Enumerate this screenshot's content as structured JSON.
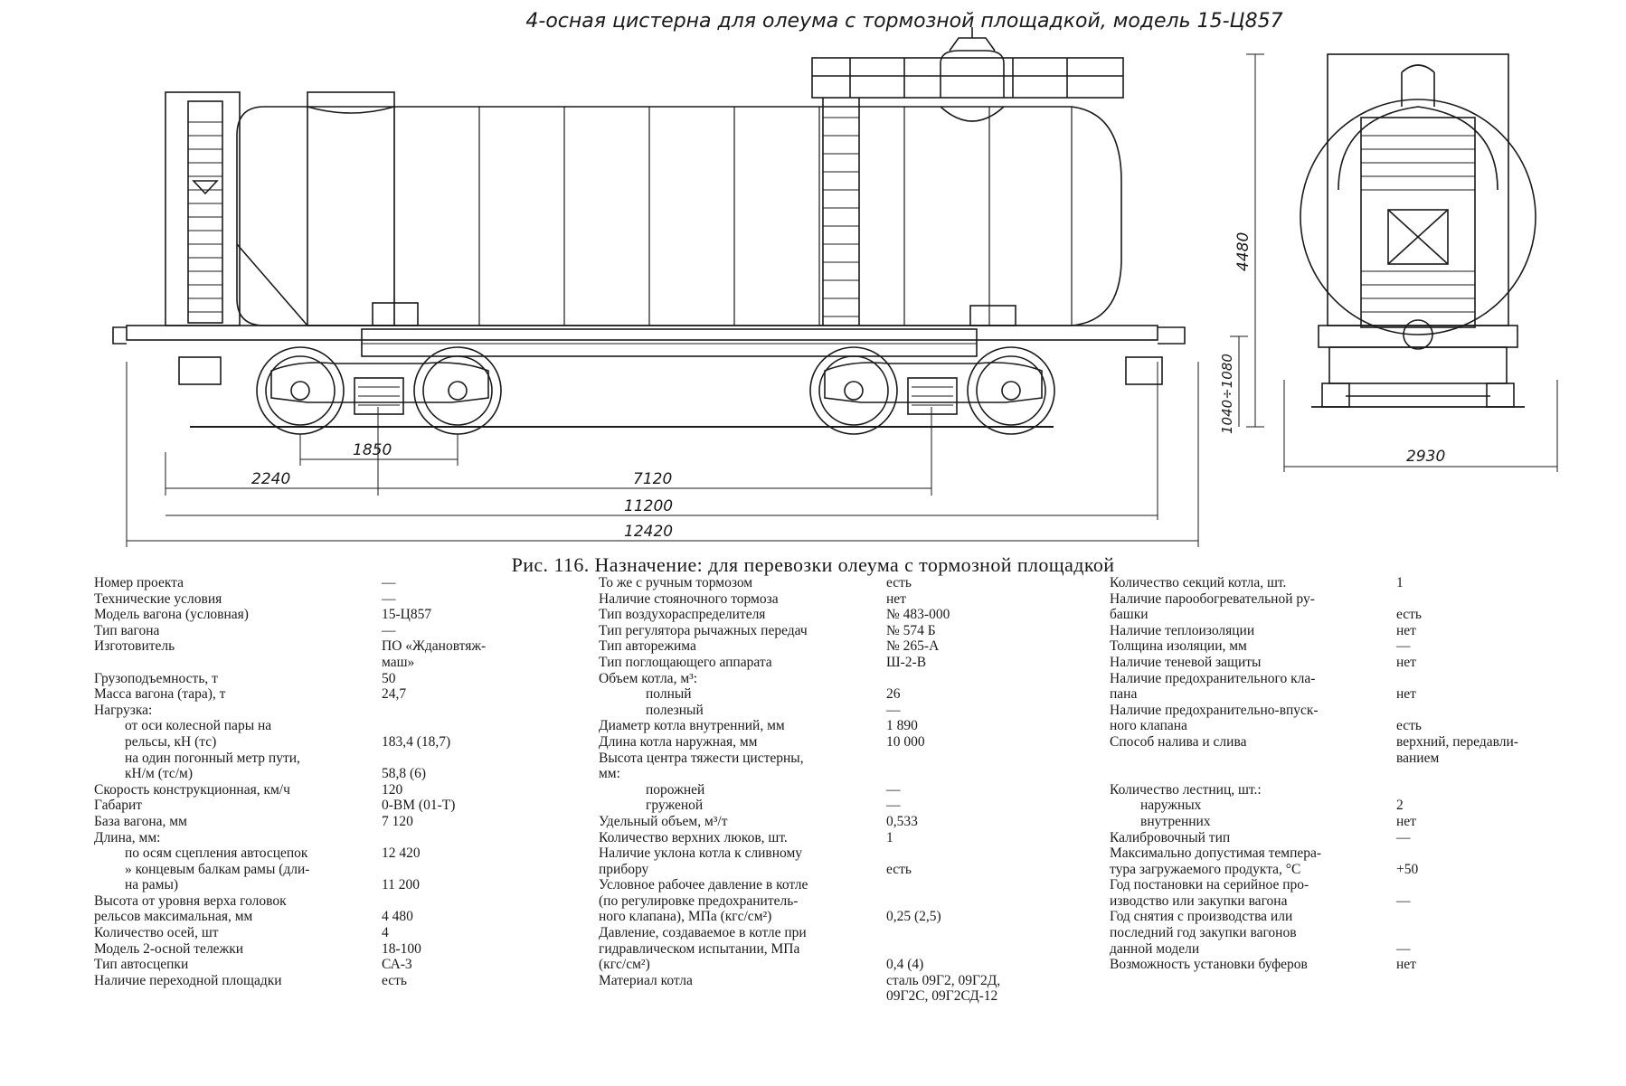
{
  "header": {
    "title": "4-осная цистерна для олеума с тормозной площадкой, модель 15-Ц857"
  },
  "dimensions": {
    "height": "4480",
    "coupler_height": "1040÷1080",
    "width": "2930",
    "bogie_base": "1850",
    "overhang": "2240",
    "wagon_base": "7120",
    "frame_length": "11200",
    "coupler_length": "12420"
  },
  "caption": "Рис. 116. Назначение: для перевозки олеума с тормозной площадкой",
  "specs": {
    "col1": [
      {
        "k": "Номер проекта",
        "v": "—"
      },
      {
        "k": "Технические условия",
        "v": "—"
      },
      {
        "k": "Модель вагона (условная)",
        "v": "15-Ц857"
      },
      {
        "k": "Тип вагона",
        "v": "—"
      },
      {
        "k": "Изготовитель",
        "v": "ПО «Ждановтяж-"
      },
      {
        "k": "",
        "v": "маш»"
      },
      {
        "k": "Грузоподъемность, т",
        "v": "50"
      },
      {
        "k": "Масса вагона (тара), т",
        "v": "24,7"
      },
      {
        "k": "Нагрузка:",
        "v": ""
      },
      {
        "k": "от оси колесной пары на",
        "v": "",
        "i": 1
      },
      {
        "k": "рельсы, кН (тс)",
        "v": "183,4 (18,7)",
        "i": 1
      },
      {
        "k": "на один погонный метр пути,",
        "v": "",
        "i": 1
      },
      {
        "k": "кН/м (тс/м)",
        "v": "58,8 (6)",
        "i": 1
      },
      {
        "k": "Скорость конструкционная, км/ч",
        "v": "120"
      },
      {
        "k": "Габарит",
        "v": "0-ВМ (01-Т)"
      },
      {
        "k": "База вагона, мм",
        "v": "7 120"
      },
      {
        "k": "Длина, мм:",
        "v": ""
      },
      {
        "k": "по осям сцепления автосцепок",
        "v": "12 420",
        "i": 1
      },
      {
        "k": "» концевым балкам рамы (дли-",
        "v": "",
        "i": 1
      },
      {
        "k": "на рамы)",
        "v": "11 200",
        "i": 1
      },
      {
        "k": "Высота от уровня верха головок",
        "v": ""
      },
      {
        "k": "рельсов максимальная, мм",
        "v": "4 480"
      },
      {
        "k": "Количество осей, шт",
        "v": "4"
      },
      {
        "k": "Модель 2-осной тележки",
        "v": "18-100"
      },
      {
        "k": "Тип автосцепки",
        "v": "СА-3"
      },
      {
        "k": "Наличие переходной площадки",
        "v": "есть"
      }
    ],
    "col2": [
      {
        "k": "То же с ручным тормозом",
        "v": "есть"
      },
      {
        "k": "Наличие стояночного тормоза",
        "v": "нет"
      },
      {
        "k": "Тип воздухораспределителя",
        "v": "№ 483-000"
      },
      {
        "k": "Тип регулятора рычажных передач",
        "v": "№ 574 Б"
      },
      {
        "k": "Тип авторежима",
        "v": "№ 265-А"
      },
      {
        "k": "Тип поглощающего аппарата",
        "v": "Ш-2-В"
      },
      {
        "k": "Объем котла, м³:",
        "v": ""
      },
      {
        "k": "полный",
        "v": "26",
        "i": 2
      },
      {
        "k": "полезный",
        "v": "—",
        "i": 2
      },
      {
        "k": "Диаметр котла внутренний, мм",
        "v": "1 890"
      },
      {
        "k": "Длина котла наружная, мм",
        "v": "10 000"
      },
      {
        "k": "Высота центра тяжести цистерны,",
        "v": ""
      },
      {
        "k": "мм:",
        "v": ""
      },
      {
        "k": "порожней",
        "v": "—",
        "i": 2
      },
      {
        "k": "груженой",
        "v": "—",
        "i": 2
      },
      {
        "k": "Удельный объем, м³/т",
        "v": "0,533"
      },
      {
        "k": "Количество верхних люков, шт.",
        "v": "1"
      },
      {
        "k": "Наличие уклона котла к сливному",
        "v": ""
      },
      {
        "k": "прибору",
        "v": "есть"
      },
      {
        "k": "Условное рабочее давление в котле",
        "v": ""
      },
      {
        "k": "(по регулировке предохранитель-",
        "v": ""
      },
      {
        "k": "ного клапана), МПа (кгс/см²)",
        "v": "0,25 (2,5)"
      },
      {
        "k": "Давление, создаваемое в котле при",
        "v": ""
      },
      {
        "k": "гидравлическом испытании, МПа",
        "v": ""
      },
      {
        "k": "(кгс/см²)",
        "v": "0,4 (4)"
      },
      {
        "k": "Материал котла",
        "v": "сталь 09Г2, 09Г2Д,"
      },
      {
        "k": "",
        "v": "09Г2С, 09Г2СД-12"
      }
    ],
    "col3": [
      {
        "k": "Количество секций котла, шт.",
        "v": "1"
      },
      {
        "k": "Наличие парообогревательной ру-",
        "v": ""
      },
      {
        "k": "башки",
        "v": "есть"
      },
      {
        "k": "Наличие теплоизоляции",
        "v": "нет"
      },
      {
        "k": "Толщина изоляции, мм",
        "v": "—"
      },
      {
        "k": "Наличие теневой защиты",
        "v": "нет"
      },
      {
        "k": "Наличие предохранительного кла-",
        "v": ""
      },
      {
        "k": "пана",
        "v": "нет"
      },
      {
        "k": "Наличие предохранительно-впуск-",
        "v": ""
      },
      {
        "k": "ного клапана",
        "v": "есть"
      },
      {
        "k": "Способ налива и слива",
        "v": "верхний, передавли-"
      },
      {
        "k": "",
        "v": "ванием"
      },
      {
        "k": "",
        "v": "",
        "gap": 1
      },
      {
        "k": "Количество лестниц, шт.:",
        "v": ""
      },
      {
        "k": "наружных",
        "v": "2",
        "i": 1
      },
      {
        "k": "внутренних",
        "v": "нет",
        "i": 1
      },
      {
        "k": "Калибровочный тип",
        "v": "—"
      },
      {
        "k": "Максимально допустимая темпера-",
        "v": ""
      },
      {
        "k": "тура загружаемого продукта, °С",
        "v": "+50"
      },
      {
        "k": "Год постановки на серийное про-",
        "v": ""
      },
      {
        "k": "изводство или закупки вагона",
        "v": "—"
      },
      {
        "k": "Год снятия с производства или",
        "v": ""
      },
      {
        "k": "последний год закупки вагонов",
        "v": ""
      },
      {
        "k": "данной модели",
        "v": "—"
      },
      {
        "k": "Возможность установки буферов",
        "v": "нет"
      }
    ]
  }
}
